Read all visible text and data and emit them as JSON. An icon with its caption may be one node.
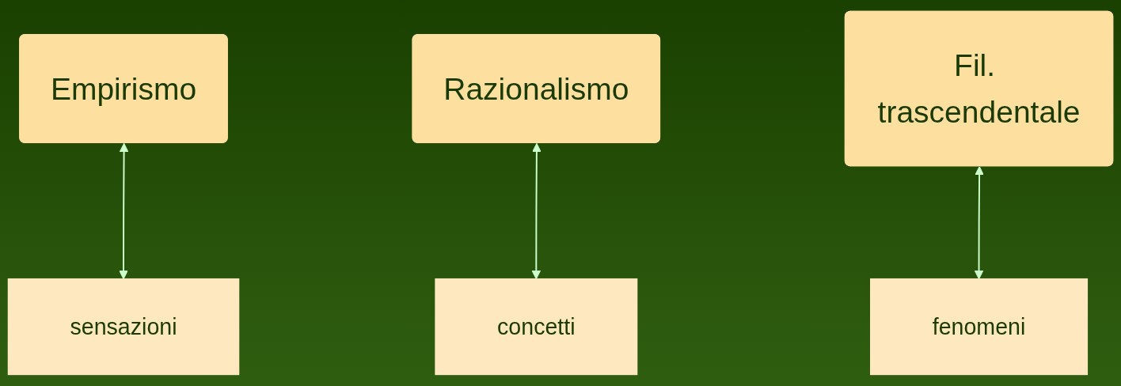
{
  "diagram": {
    "nodes": [
      {
        "text": [
          "Empirismo"
        ]
      },
      {
        "text": [
          "Razionalismo"
        ]
      },
      {
        "text": [
          "Fil. trascendentale"
        ]
      },
      {
        "text": [
          "sensazioni"
        ]
      },
      {
        "text": [
          "concetti"
        ]
      },
      {
        "text": [
          "fenomeni"
        ]
      }
    ],
    "edges": [
      {
        "from": 0,
        "to": 3,
        "arrow": "both"
      },
      {
        "from": 1,
        "to": 4,
        "arrow": "both"
      },
      {
        "from": 2,
        "to": 5,
        "arrow": "both"
      }
    ]
  }
}
